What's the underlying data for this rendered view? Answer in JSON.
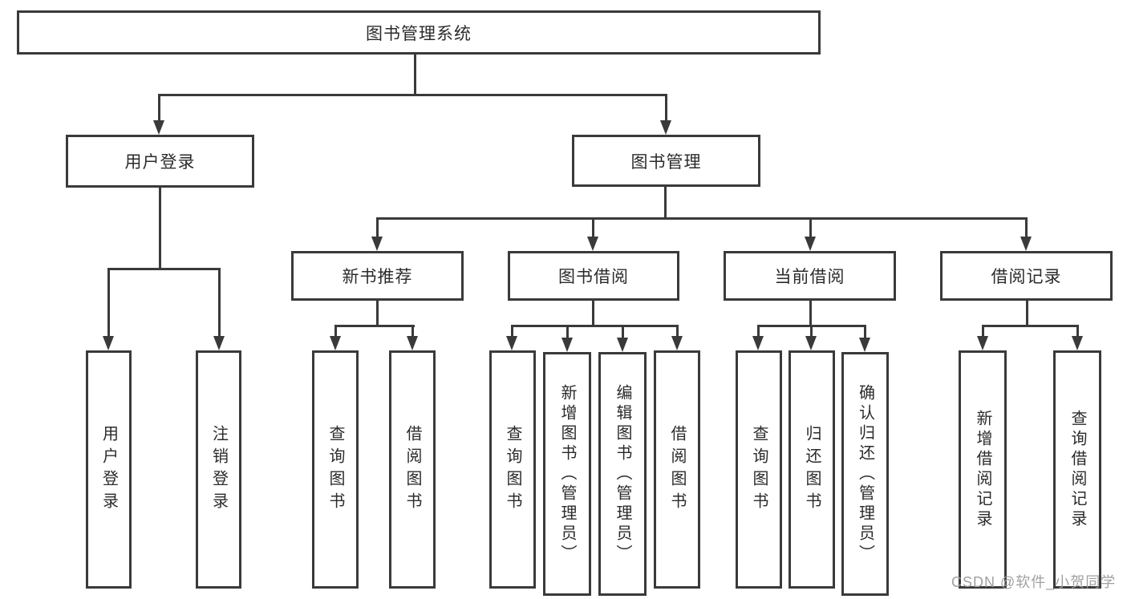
{
  "diagram": {
    "title": "图书管理系统",
    "branches": [
      {
        "label": "用户登录",
        "children": [
          {
            "label": "用户登录"
          },
          {
            "label": "注销登录"
          }
        ]
      },
      {
        "label": "图书管理",
        "children": [
          {
            "label": "新书推荐",
            "children": [
              {
                "label": "查询图书"
              },
              {
                "label": "借阅图书"
              }
            ]
          },
          {
            "label": "图书借阅",
            "children": [
              {
                "label": "查询图书"
              },
              {
                "label": "新增图书（管理员）"
              },
              {
                "label": "编辑图书（管理员）"
              },
              {
                "label": "借阅图书"
              }
            ]
          },
          {
            "label": "当前借阅",
            "children": [
              {
                "label": "查询图书"
              },
              {
                "label": "归还图书"
              },
              {
                "label": "确认归还（管理员）"
              }
            ]
          },
          {
            "label": "借阅记录",
            "children": [
              {
                "label": "新增借阅记录"
              },
              {
                "label": "查询借阅记录"
              }
            ]
          }
        ]
      }
    ]
  },
  "watermark": {
    "text": "CSDN @软件_小贺同学"
  },
  "colors": {
    "line": "#3a3a3a",
    "text": "#2b2b2b",
    "watermark": "#9b9b9b",
    "background": "#ffffff"
  }
}
